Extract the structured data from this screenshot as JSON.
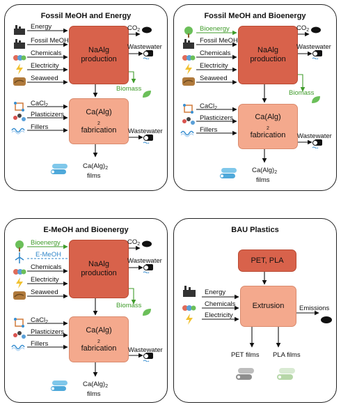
{
  "panels": [
    {
      "title": "Fossil MeOH and Energy",
      "inputs_top": [
        "Energy",
        "Fossil MeOH",
        "Chemicals",
        "Electricity",
        "Seaweed"
      ],
      "process_top": [
        "NaAlg",
        "production"
      ],
      "outputs_top": [
        "CO",
        "Wastewater"
      ],
      "byproduct": "Biomass",
      "inputs_bottom": [
        "CaCl",
        "Plasticizers",
        "Fillers"
      ],
      "process_bottom": [
        "Ca(Alg)",
        "fabrication"
      ],
      "output_bottom": "Wastewater",
      "product": [
        "Ca(Alg)",
        "films"
      ]
    },
    {
      "title": "Fossil MeOH and Bioenergy",
      "inputs_top": [
        "Bioenergy",
        "Fossil MeOH",
        "Chemicals",
        "Electricity",
        "Seaweed"
      ],
      "process_top": [
        "NaAlg",
        "production"
      ],
      "outputs_top": [
        "CO",
        "Wastewater"
      ],
      "byproduct": "Biomass",
      "inputs_bottom": [
        "CaCl",
        "Plasticizers",
        "Fillers"
      ],
      "process_bottom": [
        "Ca(Alg)",
        "fabrication"
      ],
      "output_bottom": "Wastewater",
      "product": [
        "Ca(Alg)",
        "films"
      ]
    },
    {
      "title": "E-MeOH and Bioenergy",
      "inputs_top": [
        "Bioenergy",
        "E-MeOH",
        "Chemicals",
        "Electricity",
        "Seaweed"
      ],
      "process_top": [
        "NaAlg",
        "production"
      ],
      "outputs_top": [
        "CO",
        "Wastewater"
      ],
      "byproduct": "Biomass",
      "inputs_bottom": [
        "CaCl",
        "Plasticizers",
        "Fillers"
      ],
      "process_bottom": [
        "Ca(Alg)",
        "fabrication"
      ],
      "output_bottom": "Wastewater",
      "product": [
        "Ca(Alg)",
        "films"
      ]
    },
    {
      "title": "BAU Plastics",
      "feedstock": "PET, PLA",
      "inputs": [
        "Energy",
        "Chemicals",
        "Electricity"
      ],
      "process": "Extrusion",
      "output": "Emissions",
      "products": [
        "PET films",
        "PLA films"
      ]
    }
  ],
  "subscripts": {
    "co2": "2",
    "cacl2": "2",
    "caalg2": "2"
  },
  "colors": {
    "process_dark": "#d8624b",
    "process_light": "#f4a98d",
    "bio_green": "#3f9b2a",
    "emeoh_blue": "#2f86c9"
  }
}
